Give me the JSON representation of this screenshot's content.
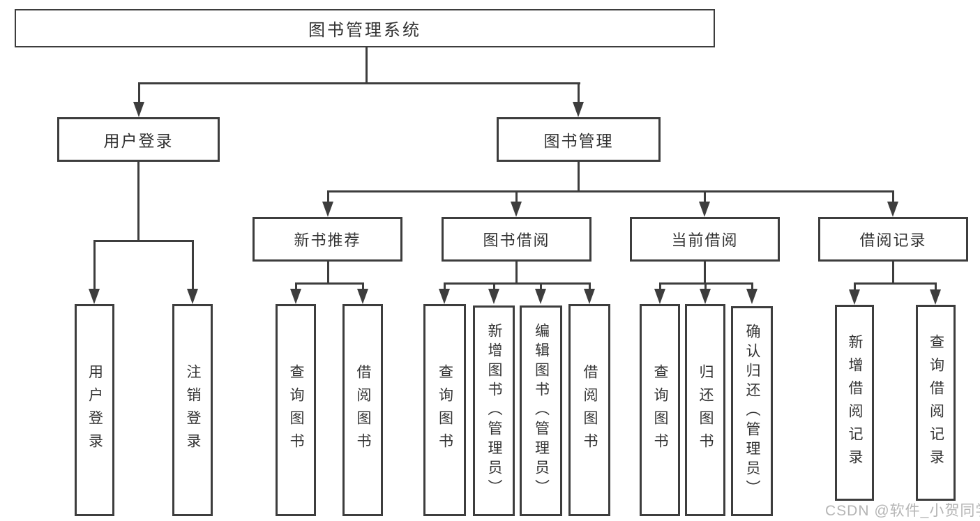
{
  "diagram_type": "hierarchy-tree",
  "tree": {
    "label": "图书管理系统",
    "children": [
      {
        "label": "用户登录",
        "children": [
          {
            "label": "用户登录"
          },
          {
            "label": "注销登录"
          }
        ]
      },
      {
        "label": "图书管理",
        "children": [
          {
            "label": "新书推荐",
            "children": [
              {
                "label": "查询图书"
              },
              {
                "label": "借阅图书"
              }
            ]
          },
          {
            "label": "图书借阅",
            "children": [
              {
                "label": "查询图书"
              },
              {
                "label": "新增图书（管理员）"
              },
              {
                "label": "编辑图书（管理员）"
              },
              {
                "label": "借阅图书"
              }
            ]
          },
          {
            "label": "当前借阅",
            "children": [
              {
                "label": "查询图书"
              },
              {
                "label": "归还图书"
              },
              {
                "label": "确认归还（管理员）"
              }
            ]
          },
          {
            "label": "借阅记录",
            "children": [
              {
                "label": "新增借阅记录"
              },
              {
                "label": "查询借阅记录"
              }
            ]
          }
        ]
      }
    ]
  },
  "watermark": {
    "text": "CSDN @软件_小贺同学"
  },
  "colors": {
    "node_border": "#3d3d3d",
    "connector": "#3d3d3d",
    "text": "#333333",
    "watermark_text": "#b5b5b5",
    "canvas": "#ffffff"
  }
}
